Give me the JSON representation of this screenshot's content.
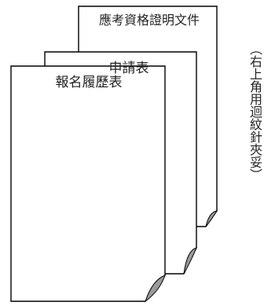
{
  "documents": [
    {
      "id": "back",
      "title": "應考資格證明文件"
    },
    {
      "id": "middle",
      "title": "申請表"
    },
    {
      "id": "front",
      "title": "報名履歷表"
    }
  ],
  "side_note": "（右上角用迴紋針夾妥）"
}
